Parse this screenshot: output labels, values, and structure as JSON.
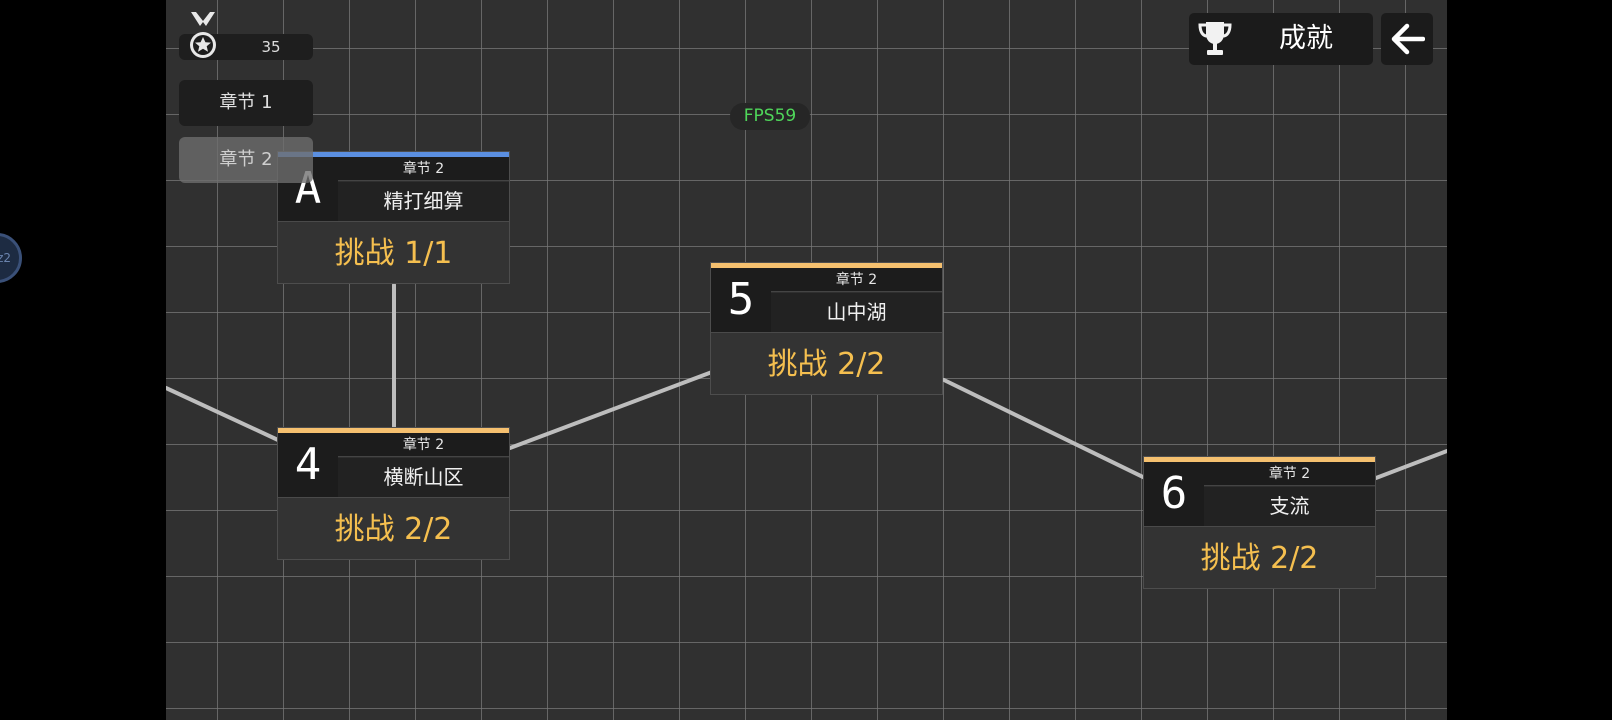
{
  "hud": {
    "medal_count": "35",
    "chapters": [
      {
        "label": "章节 1"
      },
      {
        "label": "章节 2"
      }
    ],
    "fps": "FPS59",
    "achievements_label": "成就",
    "side_bubble_text": "z2"
  },
  "colors": {
    "accent_gold": "#f5bf4f",
    "node_topbar": "#f5c06f",
    "selected_topbar": "#5b8fe0",
    "fps_green": "#4fd65a"
  },
  "nodes": [
    {
      "num": "A",
      "chapter": "章节 2",
      "name": "精打细算",
      "challenge": "挑战 1/1",
      "selected": true
    },
    {
      "num": "4",
      "chapter": "章节 2",
      "name": "横断山区",
      "challenge": "挑战 2/2",
      "selected": false
    },
    {
      "num": "5",
      "chapter": "章节 2",
      "name": "山中湖",
      "challenge": "挑战 2/2",
      "selected": false
    },
    {
      "num": "6",
      "chapter": "章节 2",
      "name": "支流",
      "challenge": "挑战 2/2",
      "selected": false
    }
  ],
  "icons": {
    "medal": "medal-icon",
    "trophy": "trophy-icon",
    "back": "arrow-left-icon"
  }
}
